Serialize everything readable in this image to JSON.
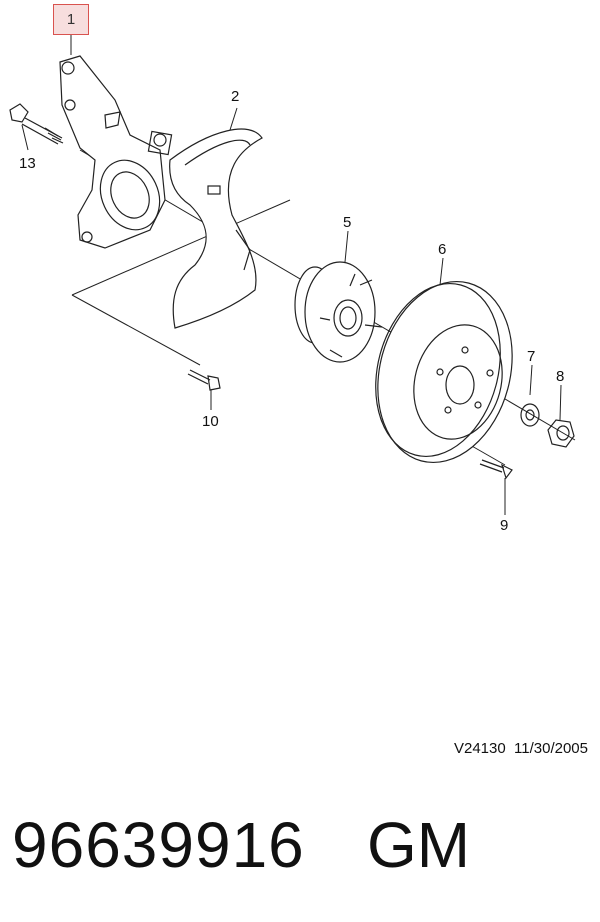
{
  "callouts": [
    "1",
    "2",
    "13",
    "5",
    "6",
    "7",
    "8",
    "10",
    "9"
  ],
  "highlight_color": "#d9534f",
  "ref_code": "V24130",
  "ref_date": "11/30/2005",
  "part_number": "96639916",
  "brand": "GM"
}
